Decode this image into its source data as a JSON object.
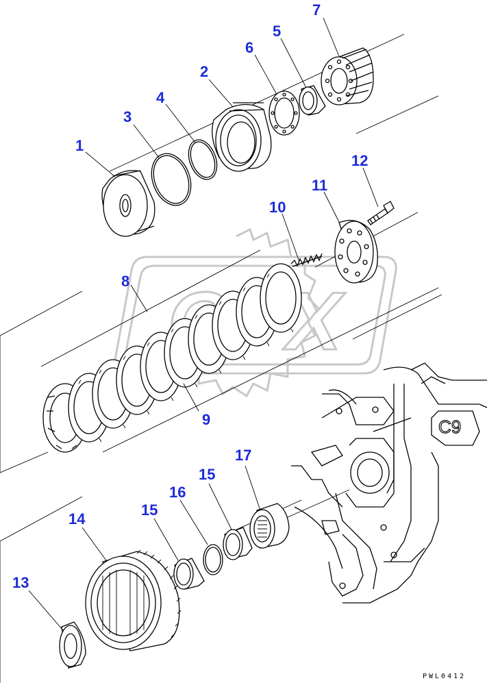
{
  "diagram": {
    "watermark_text": "GPX",
    "drawing_code": "PWL0412",
    "callouts": [
      {
        "id": "c1",
        "label": "1"
      },
      {
        "id": "c2",
        "label": "2"
      },
      {
        "id": "c3",
        "label": "3"
      },
      {
        "id": "c4",
        "label": "4"
      },
      {
        "id": "c5",
        "label": "5"
      },
      {
        "id": "c6",
        "label": "6"
      },
      {
        "id": "c7",
        "label": "7"
      },
      {
        "id": "c8",
        "label": "8"
      },
      {
        "id": "c9",
        "label": "9"
      },
      {
        "id": "c10",
        "label": "10"
      },
      {
        "id": "c11",
        "label": "11"
      },
      {
        "id": "c12",
        "label": "12"
      },
      {
        "id": "c13",
        "label": "13"
      },
      {
        "id": "c14",
        "label": "14"
      },
      {
        "id": "c15a",
        "label": "15"
      },
      {
        "id": "c15b",
        "label": "15"
      },
      {
        "id": "c16",
        "label": "16"
      },
      {
        "id": "c17",
        "label": "17"
      }
    ],
    "colors": {
      "callout": "#1c2bd8",
      "linework": "#000000",
      "watermark": "#c8c8c8"
    }
  }
}
